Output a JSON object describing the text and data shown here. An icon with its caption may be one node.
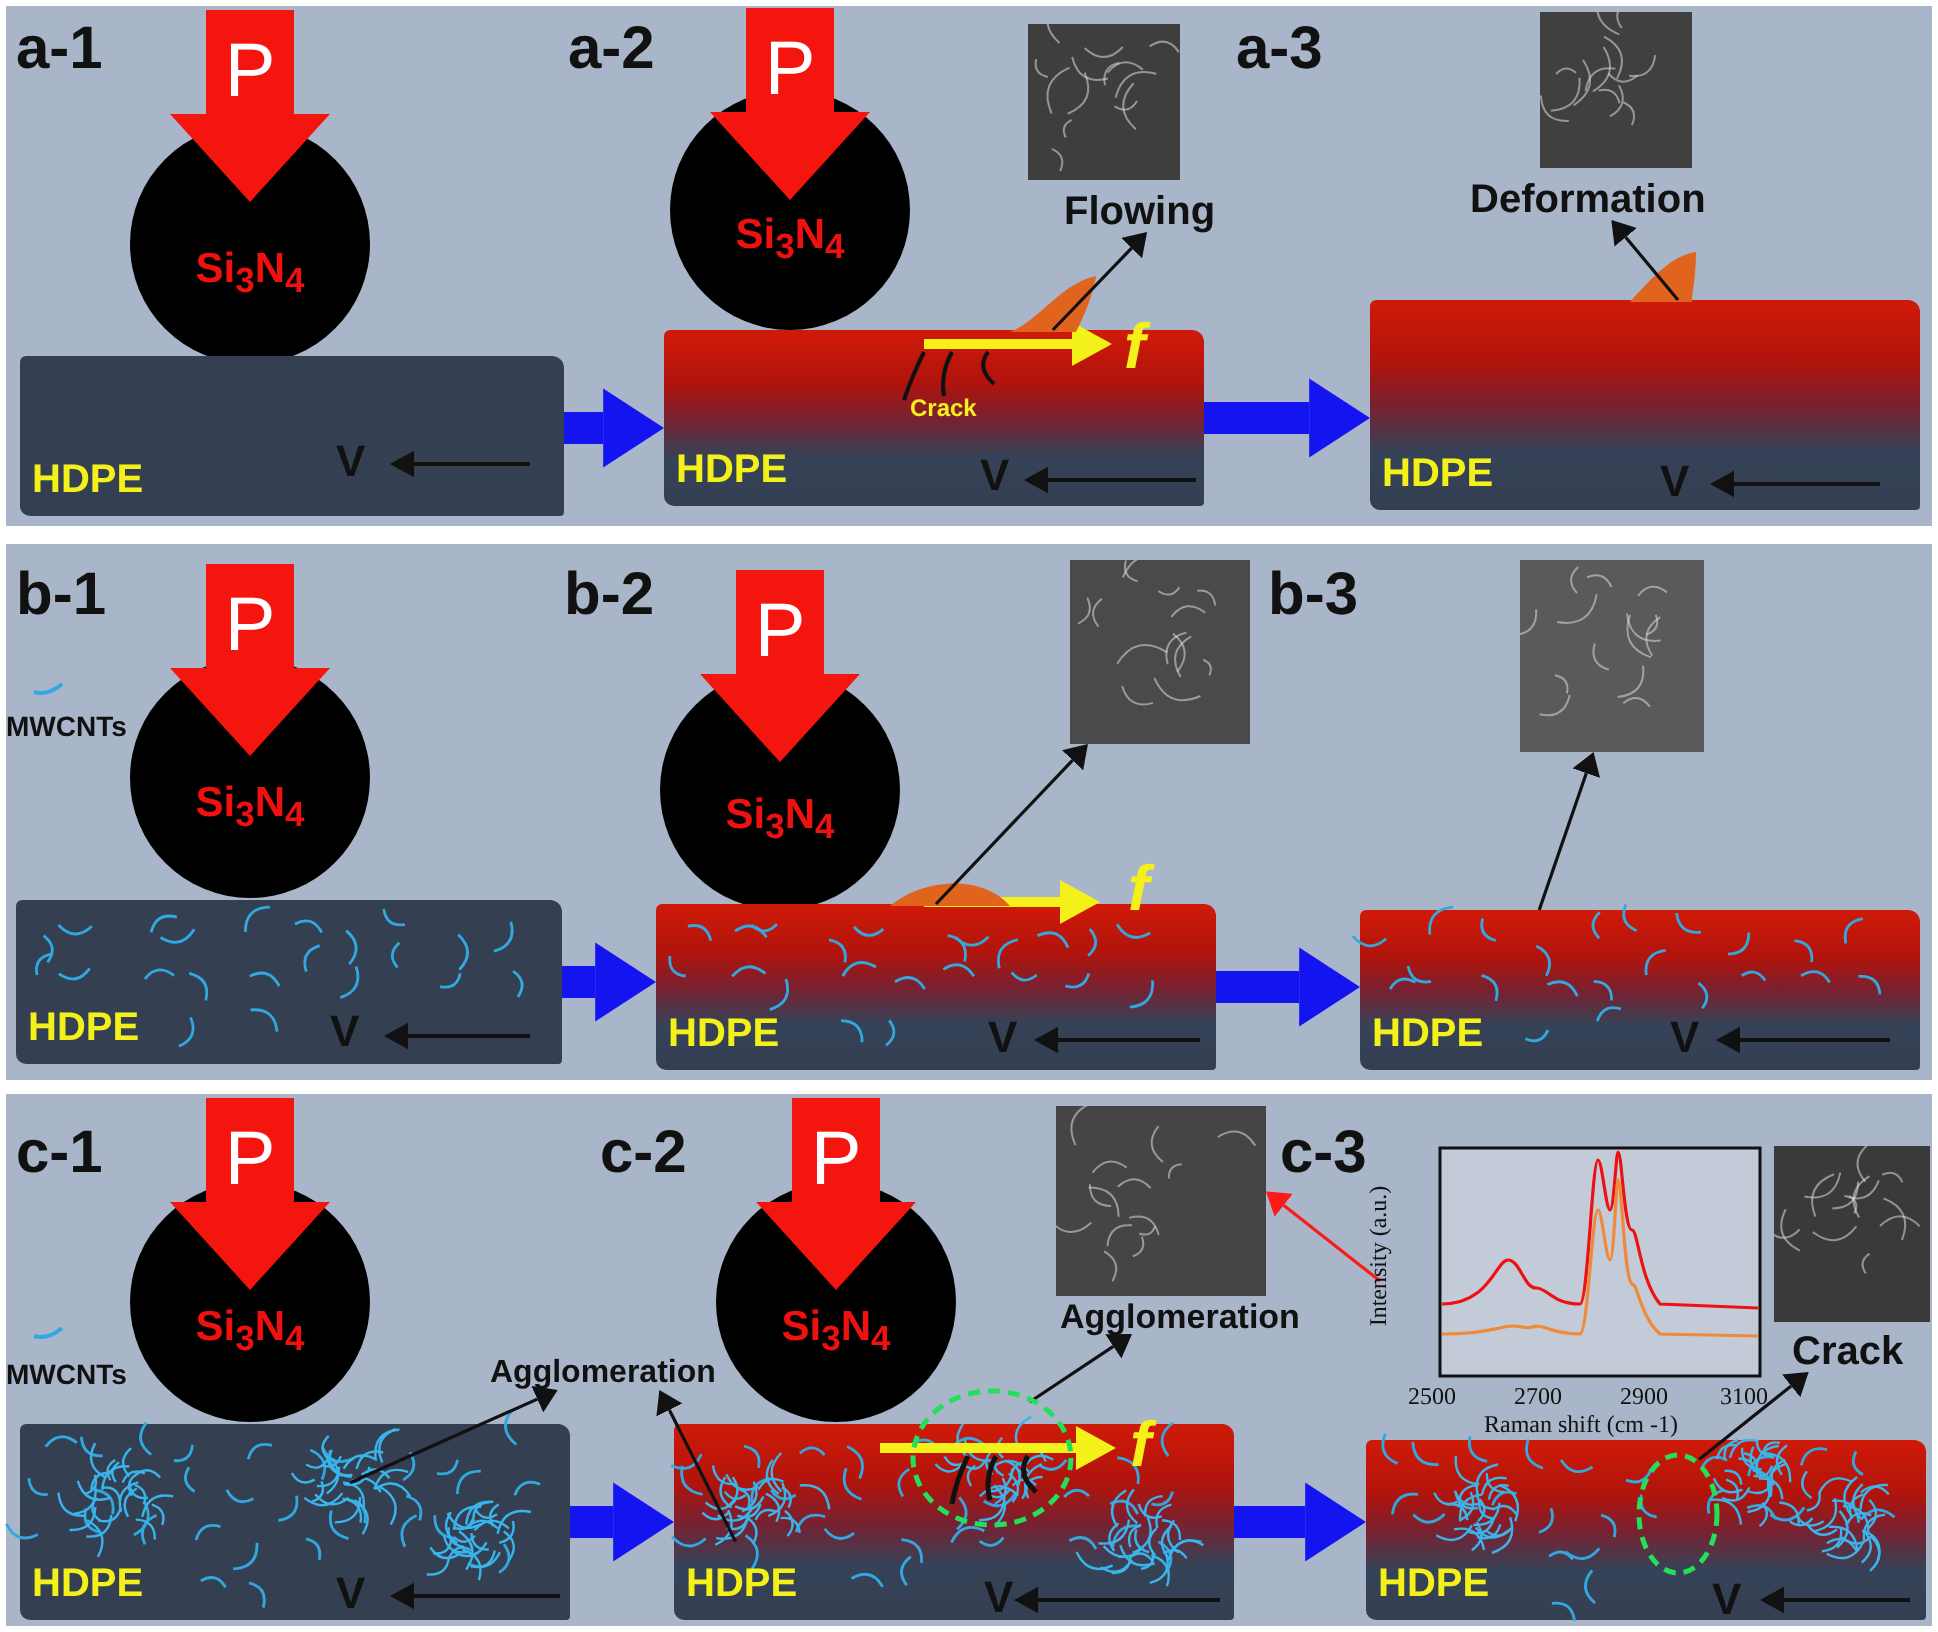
{
  "diagram": {
    "nodes": [
      {
        "text": [
          "P",
          "Si$_{3}$N$_{4}$"
        ]
      },
      {
        "text": [
          "HDPE"
        ]
      },
      {
        "text": [
          "P",
          "Si$_{3}$N$_{4}$"
        ]
      },
      {
        "text": [
          "HDPE"
        ]
      },
      {
        "text": [],
        "shape": "picture"
      },
      {
        "text": [
          "Flowing"
        ]
      },
      {
        "text": [
          "HDPE"
        ]
      },
      {
        "text": [],
        "shape": "picture"
      },
      {
        "text": [
          "Deformation"
        ]
      },
      {
        "text": [
          "P",
          "Si$_{3}$N$_{4}$"
        ]
      },
      {
        "text": [
          "HDPE"
        ]
      },
      {
        "text": [
          "P",
          "Si$_{3}$N$_{4}$"
        ]
      },
      {
        "text": [
          "HDPE"
        ]
      },
      {
        "text": [],
        "shape": "picture"
      },
      {
        "text": [
          "HDPE"
        ]
      },
      {
        "text": [],
        "shape": "picture"
      },
      {
        "text": [
          "P",
          "Si$_{3}$N$_{4}$"
        ]
      },
      {
        "text": [
          "HDPE"
        ]
      },
      {
        "text": [
          "Agglomeration"
        ]
      },
      {
        "text": [
          "P",
          "Si$_{3}$N$_{4}$"
        ]
      },
      {
        "text": [
          "HDPE"
        ]
      },
      {
        "text": [],
        "shape": "ellipse"
      },
      {
        "text": [],
        "shape": "picture"
      },
      {
        "text": [
          "Agglomeration"
        ]
      },
      {
        "text": [
          "Intensity (a.u.)",
          "2500",
          "2700",
          "2900",
          "3100",
          "Raman shift (cm -1)"
        ]
      },
      {
        "text": [
          "HDPE"
        ]
      },
      {
        "text": [],
        "shape": "ellipse",
        "in": 25
      },
      {
        "text": [],
        "shape": "picture"
      },
      {
        "text": [
          "Crack"
        ]
      }
    ],
    "edges": [
      {
        "from": 1,
        "to": 3,
        "arrow": "to",
        "style": "thick",
        "color": "#1414f0"
      },
      {
        "from": 3,
        "to": 6,
        "arrow": "to",
        "style": "thick",
        "color": "#1414f0"
      },
      {
        "from": 3,
        "to": 5,
        "arrow": "to"
      },
      {
        "from": 6,
        "to": 8,
        "arrow": "to"
      },
      {
        "from": 10,
        "to": 12,
        "arrow": "to",
        "style": "thick",
        "color": "#1414f0"
      },
      {
        "from": 12,
        "to": 14,
        "arrow": "to",
        "style": "thick",
        "color": "#1414f0"
      },
      {
        "from": 12,
        "to": 13,
        "arrow": "to"
      },
      {
        "from": 14,
        "to": 15,
        "arrow": "to"
      },
      {
        "from": 17,
        "to": 20,
        "arrow": "to",
        "style": "thick",
        "color": "#1414f0"
      },
      {
        "from": 20,
        "to": 25,
        "arrow": "to",
        "style": "thick",
        "color": "#1414f0"
      },
      {
        "from": 17,
        "to": 18,
        "arrow": "to"
      },
      {
        "from": 20,
        "to": 18,
        "arrow": "to"
      },
      {
        "from": 21,
        "to": 23,
        "arrow": "to"
      },
      {
        "from": 24,
        "to": 22,
        "arrow": "to",
        "color": "#ff1a1a"
      },
      {
        "from": 26,
        "to": 28,
        "arrow": "to"
      }
    ],
    "labels": [
      "a-1",
      "V",
      "a-2",
      "f",
      "Crack",
      "V",
      "a-3",
      "V",
      "b-1",
      "V",
      "b-2",
      "f",
      "V",
      "b-3",
      "V",
      "c-1",
      "V",
      "c-2",
      "f",
      "V",
      "c-3",
      "V"
    ],
    "legend": [
      {
        "text": "MWCNTs"
      },
      {
        "text": "MWCNTs"
      }
    ]
  }
}
